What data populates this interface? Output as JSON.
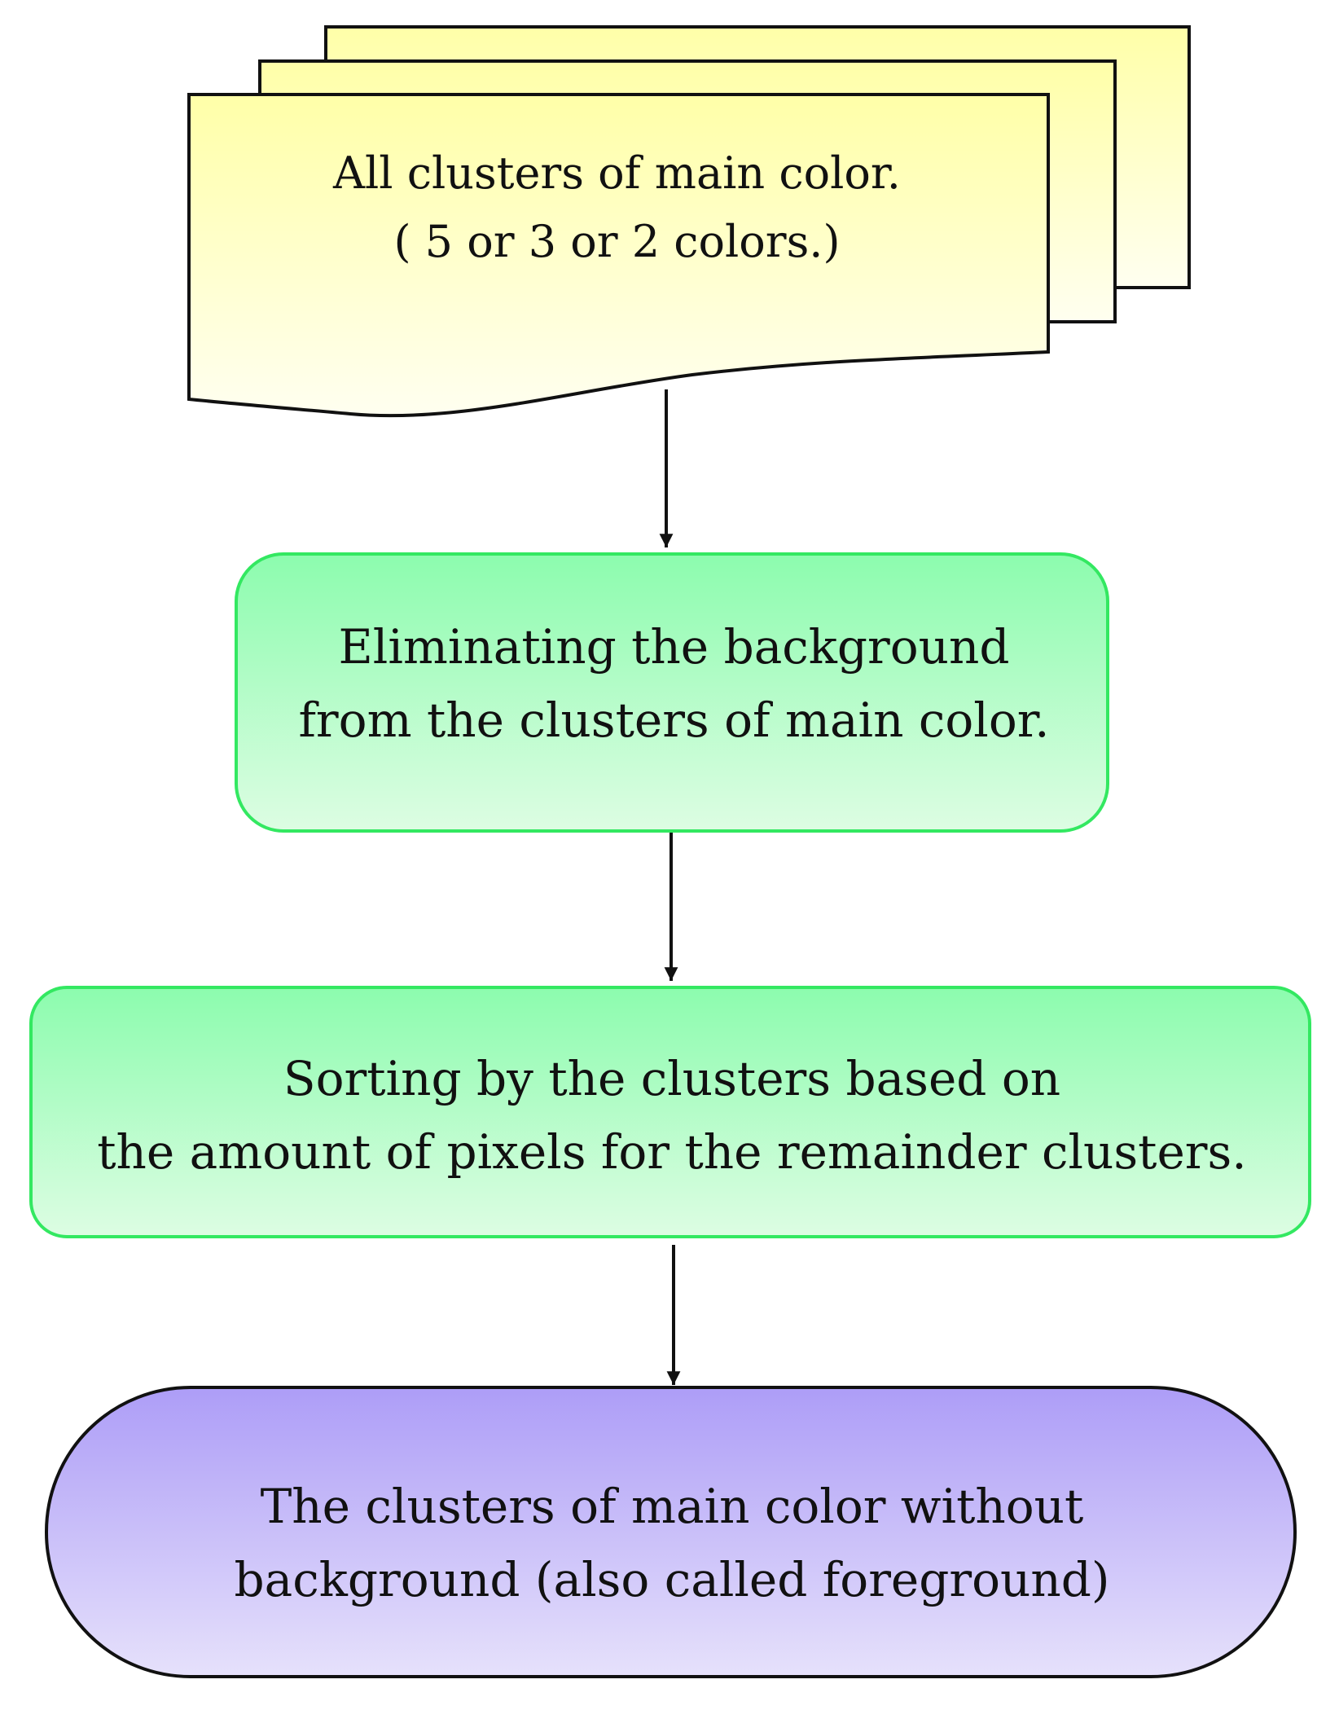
{
  "colors": {
    "document_fill_top": "#ffffa8",
    "document_fill_bottom": "#fffff0",
    "process_fill_top": "#8cfcae",
    "process_fill_bottom": "#ddfde3",
    "process_stroke": "#33e861",
    "terminal_fill_top": "#ad9df7",
    "terminal_fill_bottom": "#e6e1fb",
    "stroke": "#111111"
  },
  "nodes": {
    "documents": {
      "shape": "multi-document",
      "line1": "All clusters of main color.",
      "line2": "( 5 or 3 or 2 colors.)"
    },
    "eliminate": {
      "shape": "rounded-process",
      "line1": "Eliminating the background",
      "line2": "from the clusters of main color."
    },
    "sort": {
      "shape": "rounded-process",
      "line1": "Sorting by the clusters based on",
      "line2": "the amount of pixels for the remainder clusters."
    },
    "result": {
      "shape": "terminal",
      "line1": "The clusters of main color without",
      "line2": "background (also called foreground)"
    }
  },
  "edges": [
    {
      "from": "documents",
      "to": "eliminate"
    },
    {
      "from": "eliminate",
      "to": "sort"
    },
    {
      "from": "sort",
      "to": "result"
    }
  ]
}
